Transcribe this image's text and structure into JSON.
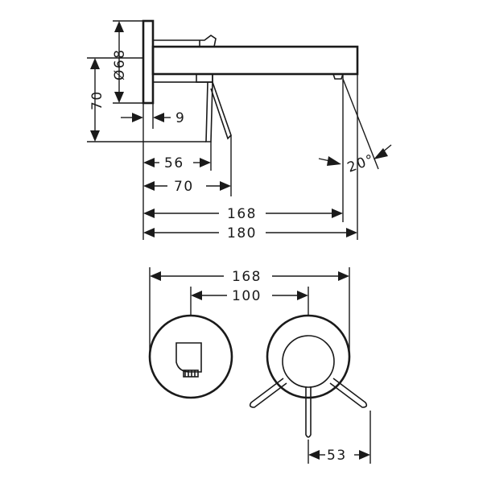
{
  "side_view": {
    "diameter_label": "Ø68",
    "height_label": "70",
    "offset_label": "9",
    "angle_label": "20°",
    "lever_label": "56",
    "lever_tip_label": "70",
    "spout_inner_label": "168",
    "spout_outer_label": "180"
  },
  "front_view": {
    "total_width_label": "168",
    "center_distance_label": "100",
    "lever_reach_label": "53"
  }
}
